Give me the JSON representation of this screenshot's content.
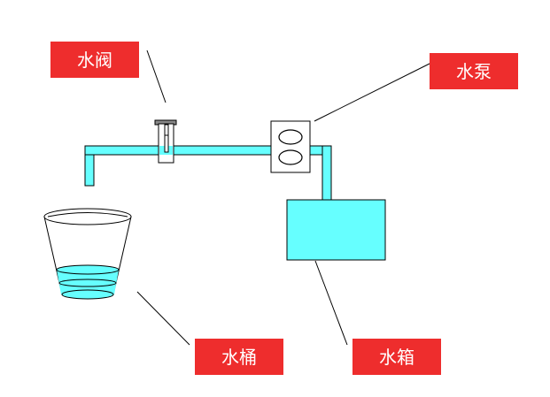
{
  "labels": {
    "valve": "水阀",
    "pump": "水泵",
    "bucket": "水桶",
    "tank": "水箱"
  },
  "colors": {
    "water": "#66ffff",
    "label_bg": "#ee2d2d",
    "label_text": "#ffffff",
    "outline": "#000000"
  }
}
